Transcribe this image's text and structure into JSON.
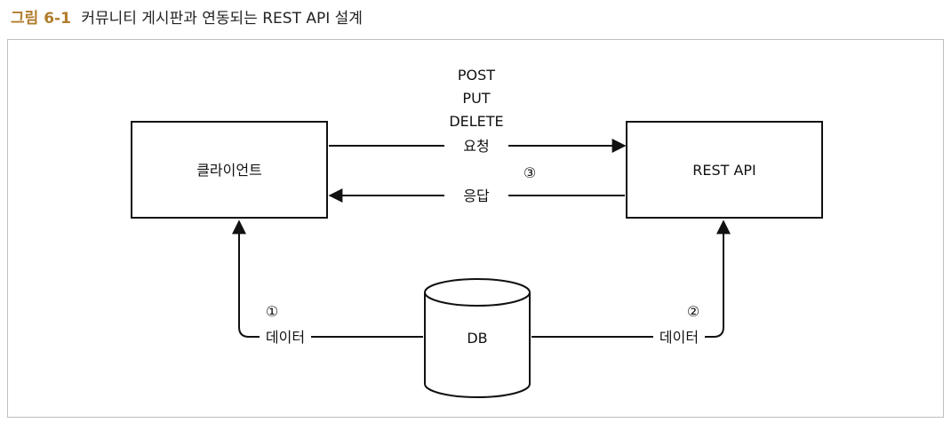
{
  "figure": {
    "number": "그림 6-1",
    "title": "커뮤니티 게시판과 연동되는 REST API 설계"
  },
  "nodes": {
    "client": "클라이언트",
    "rest_api": "REST API",
    "db": "DB"
  },
  "edges": {
    "methods": [
      "POST",
      "PUT",
      "DELETE"
    ],
    "request": "요청",
    "response": "응답",
    "step3": "③",
    "step1": "①",
    "step2": "②",
    "data_left": "데이터",
    "data_right": "데이터"
  }
}
